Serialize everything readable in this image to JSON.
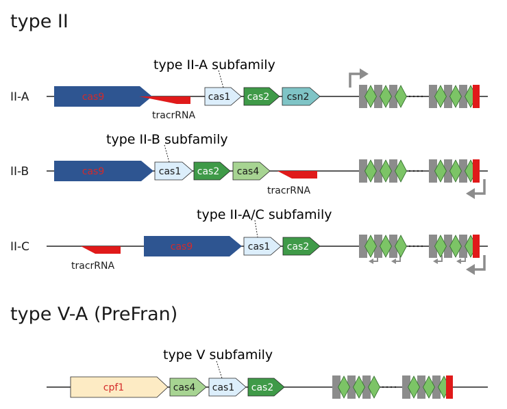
{
  "sections": [
    {
      "title": "type II"
    },
    {
      "title": "type V-A (PreFran)"
    }
  ],
  "rows": [
    {
      "label": "II-A",
      "subfamily": "type II-A subfamily",
      "genes": [
        {
          "name": "cas9",
          "fill": "#2e5591",
          "text_color": "#d42a2a"
        },
        {
          "name": "cas1",
          "fill": "#dceefb",
          "text_color": "#1a1a1a"
        },
        {
          "name": "cas2",
          "fill": "#3f9a48",
          "text_color": "#ffffff"
        },
        {
          "name": "csn2",
          "fill": "#7fc4c6",
          "text_color": "#1a1a1a"
        }
      ],
      "tracrrna": "tracrRNA"
    },
    {
      "label": "II-B",
      "subfamily": "type II-B subfamily",
      "genes": [
        {
          "name": "cas9",
          "fill": "#2e5591",
          "text_color": "#d42a2a"
        },
        {
          "name": "cas1",
          "fill": "#dceefb",
          "text_color": "#1a1a1a"
        },
        {
          "name": "cas2",
          "fill": "#3f9a48",
          "text_color": "#ffffff"
        },
        {
          "name": "cas4",
          "fill": "#a7d492",
          "text_color": "#1a1a1a"
        }
      ],
      "tracrrna": "tracrRNA"
    },
    {
      "label": "II-C",
      "subfamily": "type II-A/C subfamily",
      "genes": [
        {
          "name": "cas9",
          "fill": "#2e5591",
          "text_color": "#d42a2a"
        },
        {
          "name": "cas1",
          "fill": "#dceefb",
          "text_color": "#1a1a1a"
        },
        {
          "name": "cas2",
          "fill": "#3f9a48",
          "text_color": "#ffffff"
        }
      ],
      "tracrrna": "tracrRNA"
    },
    {
      "label": "",
      "subfamily": "type V subfamily",
      "genes": [
        {
          "name": "cpf1",
          "fill": "#fdebc4",
          "text_color": "#d42a2a"
        },
        {
          "name": "cas4",
          "fill": "#a7d492",
          "text_color": "#1a1a1a"
        },
        {
          "name": "cas1",
          "fill": "#dceefb",
          "text_color": "#1a1a1a"
        },
        {
          "name": "cas2",
          "fill": "#3f9a48",
          "text_color": "#ffffff"
        }
      ],
      "tracrrna": ""
    }
  ],
  "colors": {
    "repeat": "#8c8c8c",
    "spacer": "#7cc466",
    "leader": "#e01a1a",
    "tracrrna": "#e01a1a",
    "line": "#222222",
    "arrow": "#8c8c8c"
  }
}
